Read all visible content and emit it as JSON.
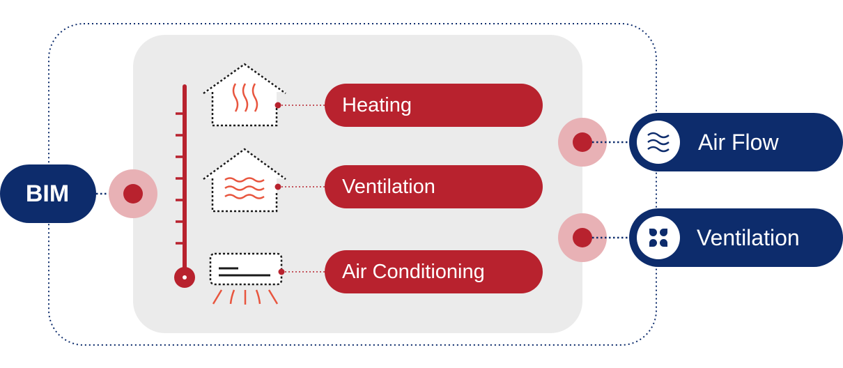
{
  "colors": {
    "red": "#B8222E",
    "navy": "#0D2C6C",
    "gray_panel": "#EBEBEB",
    "halo": "#E8B1B5",
    "icon_red": "#E8553E"
  },
  "bim": {
    "label": "BIM"
  },
  "hvac_items": [
    {
      "label": "Heating",
      "icon": "house-heat-waves-icon"
    },
    {
      "label": "Ventilation",
      "icon": "house-horizontal-airflow-icon"
    },
    {
      "label": "Air Conditioning",
      "icon": "air-conditioner-unit-icon"
    }
  ],
  "outputs": [
    {
      "label": "Air Flow",
      "icon": "wave-lines-icon"
    },
    {
      "label": "Ventilation",
      "icon": "four-petal-fan-icon"
    }
  ],
  "thermometer_icon": "thermometer-icon"
}
